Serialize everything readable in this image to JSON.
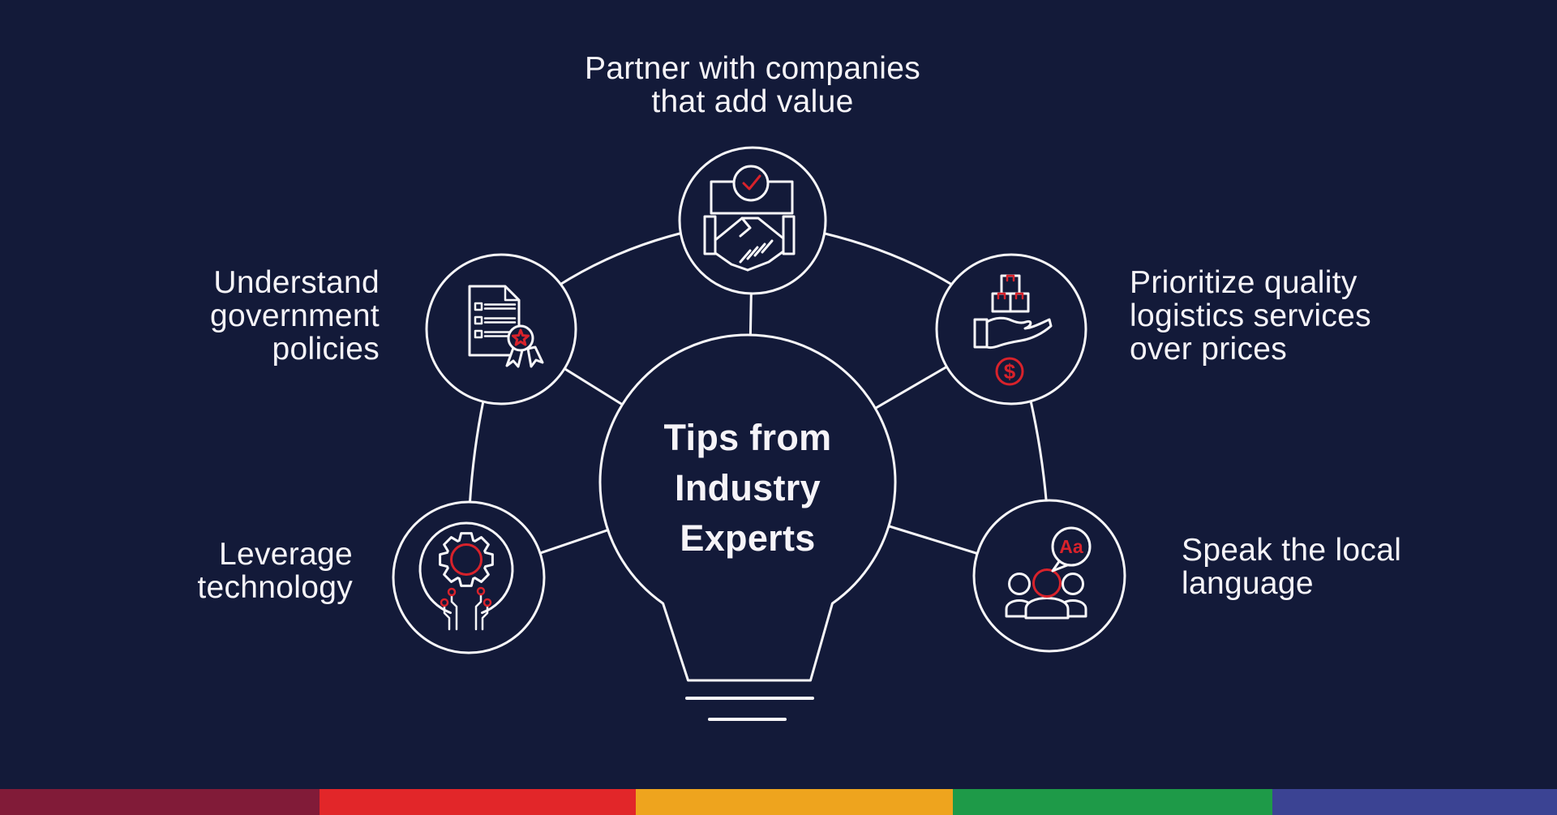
{
  "theme": {
    "bg": "#131a39",
    "line": "#f8f7f9",
    "text": "#f6f4f8",
    "accent": "#d8222b",
    "stripe1": "#811b38",
    "stripe2": "#e22629",
    "stripe3": "#eea41e",
    "stripe4": "#1e9a48",
    "stripe5": "#3b4393"
  },
  "center": {
    "line1": "Tips from",
    "line2": "Industry",
    "line3": "Experts"
  },
  "labels": {
    "partner": {
      "line1": "Partner with companies",
      "line2": "that add value"
    },
    "policies": {
      "line1": "Understand",
      "line2": "government",
      "line3": "policies"
    },
    "technology": {
      "line1": "Leverage",
      "line2": "technology"
    },
    "logistics": {
      "line1": "Prioritize quality",
      "line2": "logistics services",
      "line3": "over prices"
    },
    "language": {
      "line1": "Speak the local",
      "line2": "language"
    }
  },
  "icons": {
    "dollar_symbol": "$",
    "language_symbol": "Aa"
  }
}
